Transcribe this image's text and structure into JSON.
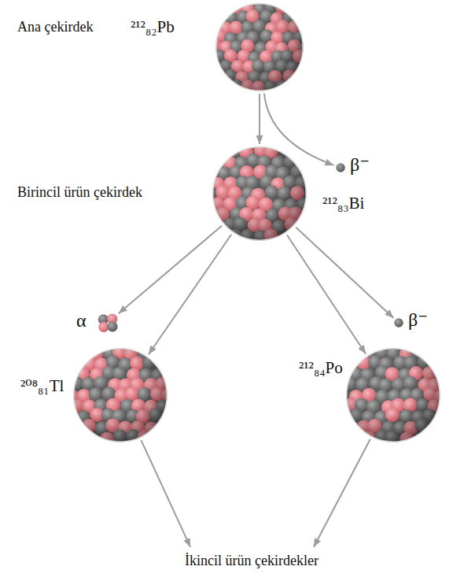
{
  "diagram": {
    "nodes": [
      {
        "text": [
          "Ana çekirdek",
          "²¹²₈₂Pb"
        ]
      },
      {
        "text": [
          "β⁻"
        ]
      },
      {
        "text": [
          "Birincil ürün çekirdek",
          "²¹²₈₃Bi"
        ]
      },
      {
        "text": [
          "α"
        ]
      },
      {
        "text": [
          "β⁻"
        ]
      },
      {
        "text": [
          "²⁰⁸₈₁Tl"
        ]
      },
      {
        "text": [
          "²¹²₈₄Po"
        ]
      },
      {
        "text": [
          "İkincil ürün çekirdekler"
        ]
      }
    ],
    "edges": [
      {
        "from": 0,
        "to": 2,
        "arrow": "to"
      },
      {
        "from": 0,
        "to": 1,
        "arrow": "to"
      },
      {
        "from": 2,
        "to": 3,
        "arrow": "to"
      },
      {
        "from": 2,
        "to": 5,
        "arrow": "to"
      },
      {
        "from": 2,
        "to": 4,
        "arrow": "to"
      },
      {
        "from": 2,
        "to": 6,
        "arrow": "to"
      },
      {
        "from": 5,
        "to": 7,
        "arrow": "to"
      },
      {
        "from": 6,
        "to": 7,
        "arrow": "to"
      }
    ]
  }
}
